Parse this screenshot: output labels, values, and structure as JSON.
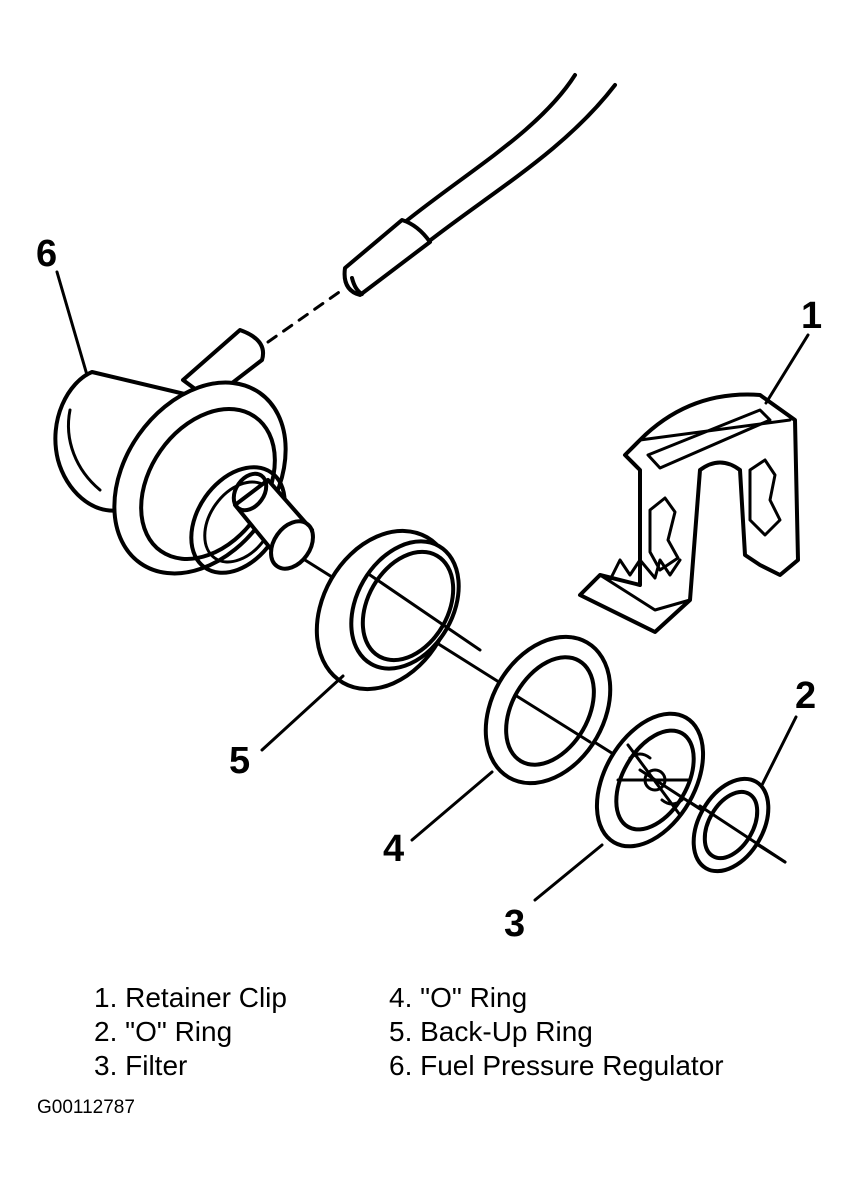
{
  "callouts": {
    "c1": "1",
    "c2": "2",
    "c3": "3",
    "c4": "4",
    "c5": "5",
    "c6": "6"
  },
  "legend": [
    {
      "number": "1.",
      "label": "Retainer Clip"
    },
    {
      "number": "2.",
      "label": "\"O\" Ring"
    },
    {
      "number": "3.",
      "label": "Filter"
    },
    {
      "number": "4.",
      "label": "\"O\" Ring"
    },
    {
      "number": "5.",
      "label": "Back-Up Ring"
    },
    {
      "number": "6.",
      "label": "Fuel Pressure Regulator"
    }
  ],
  "legend_text": {
    "item1": "1. Retainer Clip",
    "item2": "2. \"O\" Ring",
    "item3": "3. Filter",
    "item4": "4. \"O\" Ring",
    "item5": "5. Back-Up Ring",
    "item6": "6. Fuel Pressure Regulator"
  },
  "figure_id": "G00112787"
}
